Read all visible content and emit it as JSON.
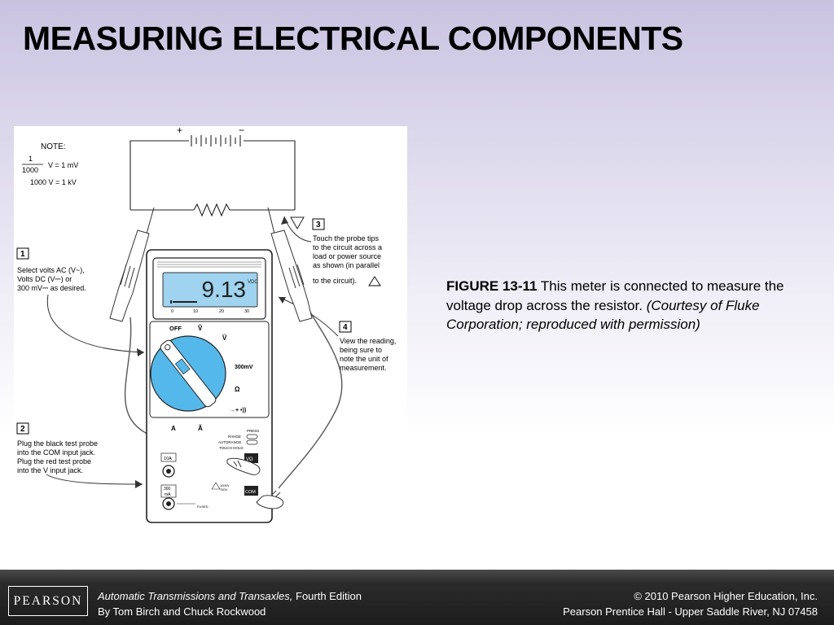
{
  "slide": {
    "title": "MEASURING ELECTRICAL COMPONENTS"
  },
  "figure": {
    "note": {
      "heading": "NOTE:",
      "frac_num": "1",
      "frac_den": "1000",
      "line1_rest": "V = 1 mV",
      "line2": "1000 V = 1 kV"
    },
    "battery_plus": "+",
    "battery_minus": "−",
    "steps": [
      {
        "num": "1",
        "lines": [
          "Select volts AC (V~),",
          "Volts DC (V⎓) or",
          "300 mV⎓  as desired."
        ]
      },
      {
        "num": "2",
        "lines": [
          "Plug the black test probe",
          "into the COM input jack.",
          "Plug the red test probe",
          "into the V input jack."
        ]
      },
      {
        "num": "3",
        "lines": [
          "Touch the probe tips",
          "to the circuit across a",
          "load or power source",
          "as shown (in parallel",
          "to the circuit)."
        ]
      },
      {
        "num": "4",
        "lines": [
          "View the reading,",
          "being sure to",
          "note the unit of",
          "measurement."
        ]
      }
    ],
    "meter": {
      "display_value": "9.13",
      "display_unit": "VDC",
      "scale_ticks": [
        "0",
        "10",
        "20",
        "30"
      ],
      "dial": {
        "off": "OFF",
        "v_ac": "Ṽ",
        "v_dc": "V̿",
        "mv": "300mV",
        "ohm": "Ω",
        "diode": "→+ •))",
        "a_dc": "A",
        "a_ac": "Ã"
      },
      "buttons": {
        "press": "PRESS",
        "range": "RANGE",
        "autorange": "AUTORANGE",
        "touch_hold": "TOUCH HOLD"
      },
      "jacks": {
        "a10": "10A",
        "ma300_top": "300",
        "ma300_bottom": "mA",
        "vohm": "VΩ",
        "com": "COM",
        "fused": "FUSED",
        "max_v": "1000V",
        "max_v2": "750V"
      }
    }
  },
  "caption": {
    "figure_number": "FIGURE 13-11",
    "text": "This meter is connected to measure the voltage drop across the resistor.",
    "credit": "(Courtesy of Fluke Corporation; reproduced with permission)"
  },
  "footer": {
    "logo": "PEARSON",
    "book_title": "Automatic Transmissions and Transaxles,",
    "edition": " Fourth Edition",
    "authors": "By Tom Birch and Chuck Rockwood",
    "copyright": "© 2010 Pearson Higher Education, Inc.",
    "publisher": "Pearson Prentice Hall - Upper Saddle River, NJ 07458"
  },
  "colors": {
    "title": "#000000",
    "dial_blue": "#55b8ea",
    "lcd_blue": "#9fd3ef",
    "footer_bg": "#1c1c1c"
  }
}
